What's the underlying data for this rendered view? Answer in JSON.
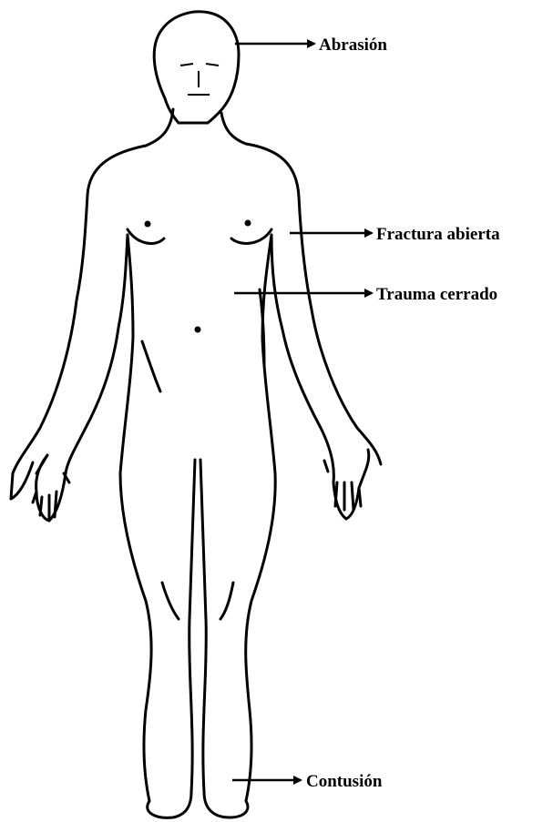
{
  "figure": {
    "line_color": "#000000",
    "background": "#ffffff",
    "subject": "human body outline, front view",
    "annotations": [
      {
        "id": "head",
        "label": "Abrasión"
      },
      {
        "id": "arm",
        "label": "Fractura abierta"
      },
      {
        "id": "abdomen",
        "label": "Trauma cerrado"
      },
      {
        "id": "ankle",
        "label": "Contusión"
      }
    ]
  }
}
